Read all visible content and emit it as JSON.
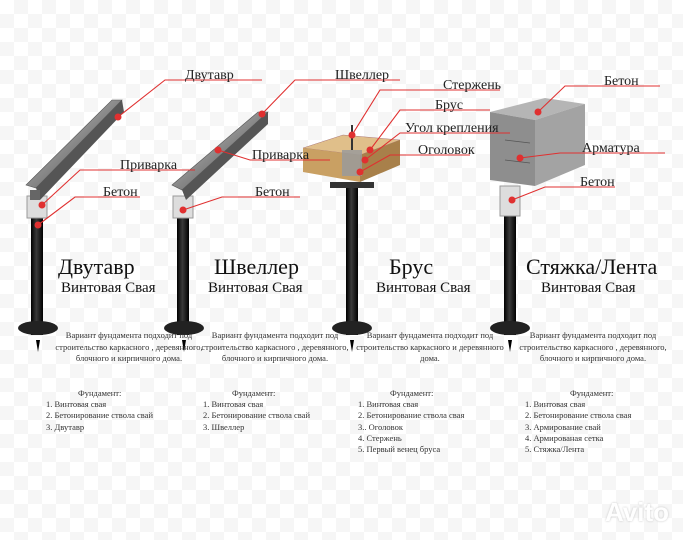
{
  "columns": [
    {
      "title": "Двутавр",
      "subtitle": "Винтовая Свая",
      "labels": [
        "Двутавр",
        "Приварка",
        "Бетон"
      ],
      "description": "Вариант фундамента подходит под строительство каркасного , деревянного, блочного и кирпичного дома.",
      "foundation_heading": "Фундамент:",
      "foundation_items": [
        "1. Винтовая свая",
        "2. Бетонирование ствола свай",
        "3. Двутавр"
      ]
    },
    {
      "title": "Швеллер",
      "subtitle": "Винтовая Свая",
      "labels": [
        "Швеллер",
        "Приварка",
        "Бетон"
      ],
      "description": "Вариант фундамента подходит под строительство каркасного , деревянного, блочного и кирпичного дома.",
      "foundation_heading": "Фундамент:",
      "foundation_items": [
        "1. Винтовая свая",
        "2. Бетонирование ствола свай",
        "3. Швеллер"
      ]
    },
    {
      "title": "Брус",
      "subtitle": "Винтовая Свая",
      "labels": [
        "Стержень",
        "Брус",
        "Угол крепления",
        "Оголовок"
      ],
      "description": "Вариант фундамента подходит под строительство каркасного и деревянного дома.",
      "foundation_heading": "Фундамент:",
      "foundation_items": [
        "1. Винтовая свая",
        "2. Бетонирование ствола свая",
        "3.. Оголовок",
        "4. Стержень",
        "5. Первый венец бруса"
      ]
    },
    {
      "title": "Стяжка/Лента",
      "subtitle": "Винтовая Свая",
      "labels": [
        "Бетон",
        "Арматура",
        "Бетон"
      ],
      "description": "Вариант фундамента подходит под строительство каркасного , деревянного, блочного и кирпичного дома.",
      "foundation_heading": "Фундамент:",
      "foundation_items": [
        "1. Винтовая свая",
        "2. Бетонирование ствола свая",
        "3. Армирование свай",
        "4. Армированая сетка",
        "5. Стяжка/Лента"
      ]
    }
  ],
  "watermark": "Avito",
  "colors": {
    "callout": "#e03030",
    "pile": "#111111",
    "concrete": "#9a9a9a",
    "wood": "#c9a063"
  }
}
